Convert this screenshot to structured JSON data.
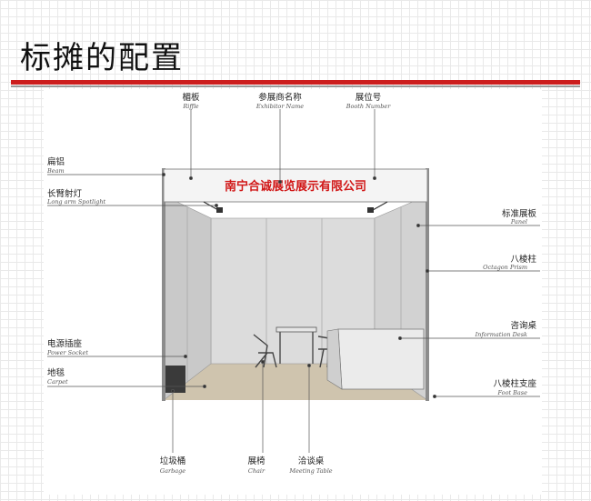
{
  "slide": {
    "title": "标摊的配置"
  },
  "fascia": {
    "company_name": "南宁合诚展览展示有限公司"
  },
  "labels": {
    "fascia_board": {
      "cn": "楣板",
      "en": "Riffle"
    },
    "exhibitor_name": {
      "cn": "参展商名称",
      "en": "Exhibitor Name"
    },
    "booth_number": {
      "cn": "展位号",
      "en": "Booth Number"
    },
    "beam": {
      "cn": "扁铝",
      "en": "Beam"
    },
    "spotlight": {
      "cn": "长臂射灯",
      "en": "Long arm Spotlight"
    },
    "panel": {
      "cn": "标准展板",
      "en": "Panel"
    },
    "octagon_prism": {
      "cn": "八棱柱",
      "en": "Octagon Prism"
    },
    "information_desk": {
      "cn": "咨询桌",
      "en": "Information Desk"
    },
    "power_socket": {
      "cn": "电源插座",
      "en": "Power Socket"
    },
    "carpet": {
      "cn": "地毯",
      "en": "Carpet"
    },
    "foot_base": {
      "cn": "八棱柱支座",
      "en": "Foot Base"
    },
    "garbage": {
      "cn": "垃圾桶",
      "en": "Garbage"
    },
    "chair": {
      "cn": "展椅",
      "en": "Chair"
    },
    "meeting_table": {
      "cn": "洽谈桌",
      "en": "Meeting Table"
    }
  }
}
